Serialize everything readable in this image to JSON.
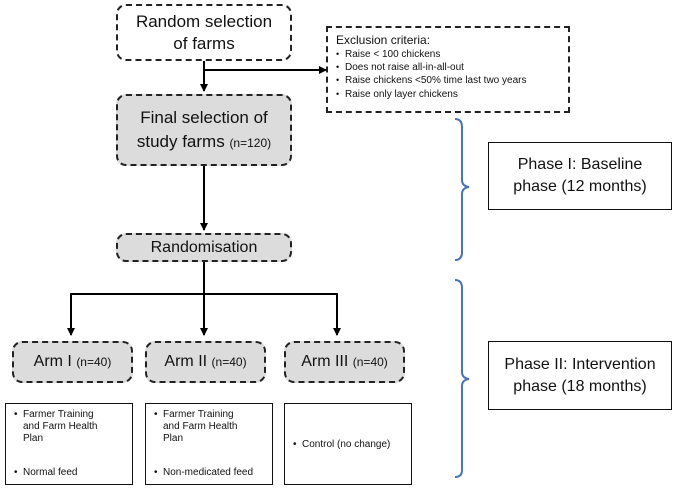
{
  "random_selection": "Random selection of farms",
  "exclusion": {
    "title": "Exclusion criteria:",
    "items": [
      "Raise < 100 chickens",
      "Does not raise all-in-all-out",
      "Raise chickens <50% time last two years",
      "Raise only layer chickens"
    ]
  },
  "final_selection": {
    "label": "Final selection of study farms",
    "count": "(n=120)"
  },
  "randomisation": "Randomisation",
  "phase1": "Phase I: Baseline phase (12 months)",
  "phase2": "Phase II: Intervention phase (18 months)",
  "arms": [
    {
      "name": "Arm I",
      "count": "(n=40)",
      "line1": "Farmer Training",
      "line2": "and  Farm Health",
      "line3": "Plan",
      "line4": "Normal feed"
    },
    {
      "name": "Arm II",
      "count": "(n=40)",
      "line1": "Farmer Training",
      "line2": "and  Farm Health",
      "line3": "Plan",
      "line4": "Non-medicated feed"
    },
    {
      "name": "Arm III",
      "count": "(n=40)",
      "line1": "Control (no change)"
    }
  ],
  "colors": {
    "bracket": "#4a73b8",
    "box_fill": "#dcdcdc"
  }
}
